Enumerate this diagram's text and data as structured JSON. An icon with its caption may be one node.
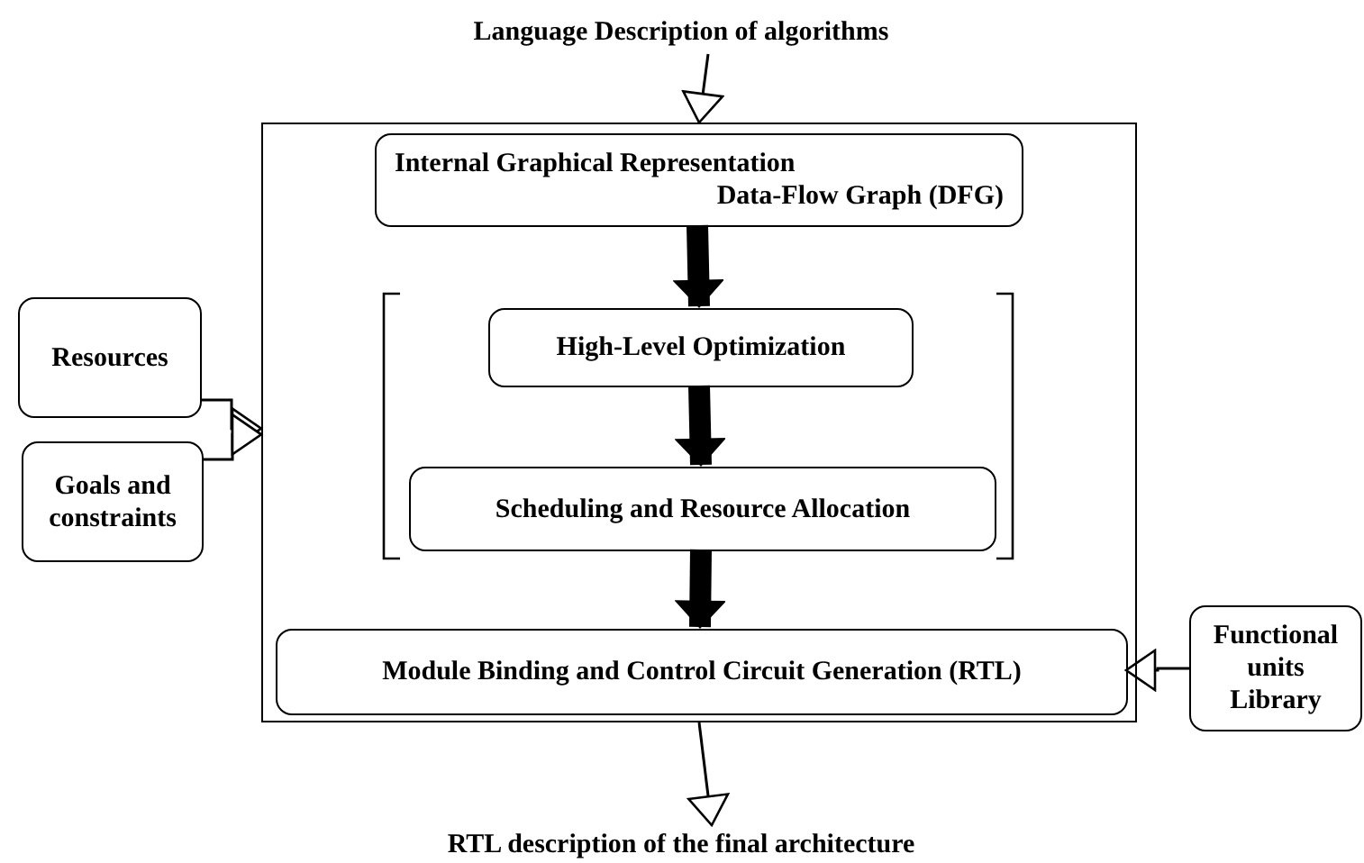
{
  "diagram": {
    "nodes": [
      {
        "text": [
          "Language Description of algorithms"
        ]
      },
      {
        "text": [],
        "shape": "box"
      },
      {
        "text": [
          "Resources"
        ]
      },
      {
        "text": [
          "Goals and constraints"
        ]
      },
      {
        "text": [
          "Internal Graphical Representation",
          "Data-Flow Graph (DFG)"
        ],
        "in": 1
      },
      {
        "text": [
          "High-Level Optimization"
        ],
        "in": 1
      },
      {
        "text": [
          "Scheduling and Resource Allocation"
        ],
        "in": 1
      },
      {
        "text": [
          "Module Binding and Control Circuit Generation (RTL)"
        ],
        "in": 1
      },
      {
        "text": [
          "Functional units Library"
        ]
      },
      {
        "text": [
          "RTL description of the final architecture"
        ]
      }
    ],
    "edges": [
      {
        "from": 0,
        "to": 1,
        "arrow": "to"
      },
      {
        "from": 2,
        "to": 1,
        "arrow": "to"
      },
      {
        "from": 3,
        "to": 1,
        "arrow": "to"
      },
      {
        "from": 4,
        "to": 5,
        "arrow": "to",
        "style": "thick"
      },
      {
        "from": 5,
        "to": 6,
        "arrow": "to",
        "style": "thick"
      },
      {
        "from": 6,
        "to": 7,
        "arrow": "to",
        "style": "thick"
      },
      {
        "from": 8,
        "to": 7,
        "arrow": "to"
      },
      {
        "from": 1,
        "to": 9,
        "arrow": "to"
      }
    ]
  }
}
